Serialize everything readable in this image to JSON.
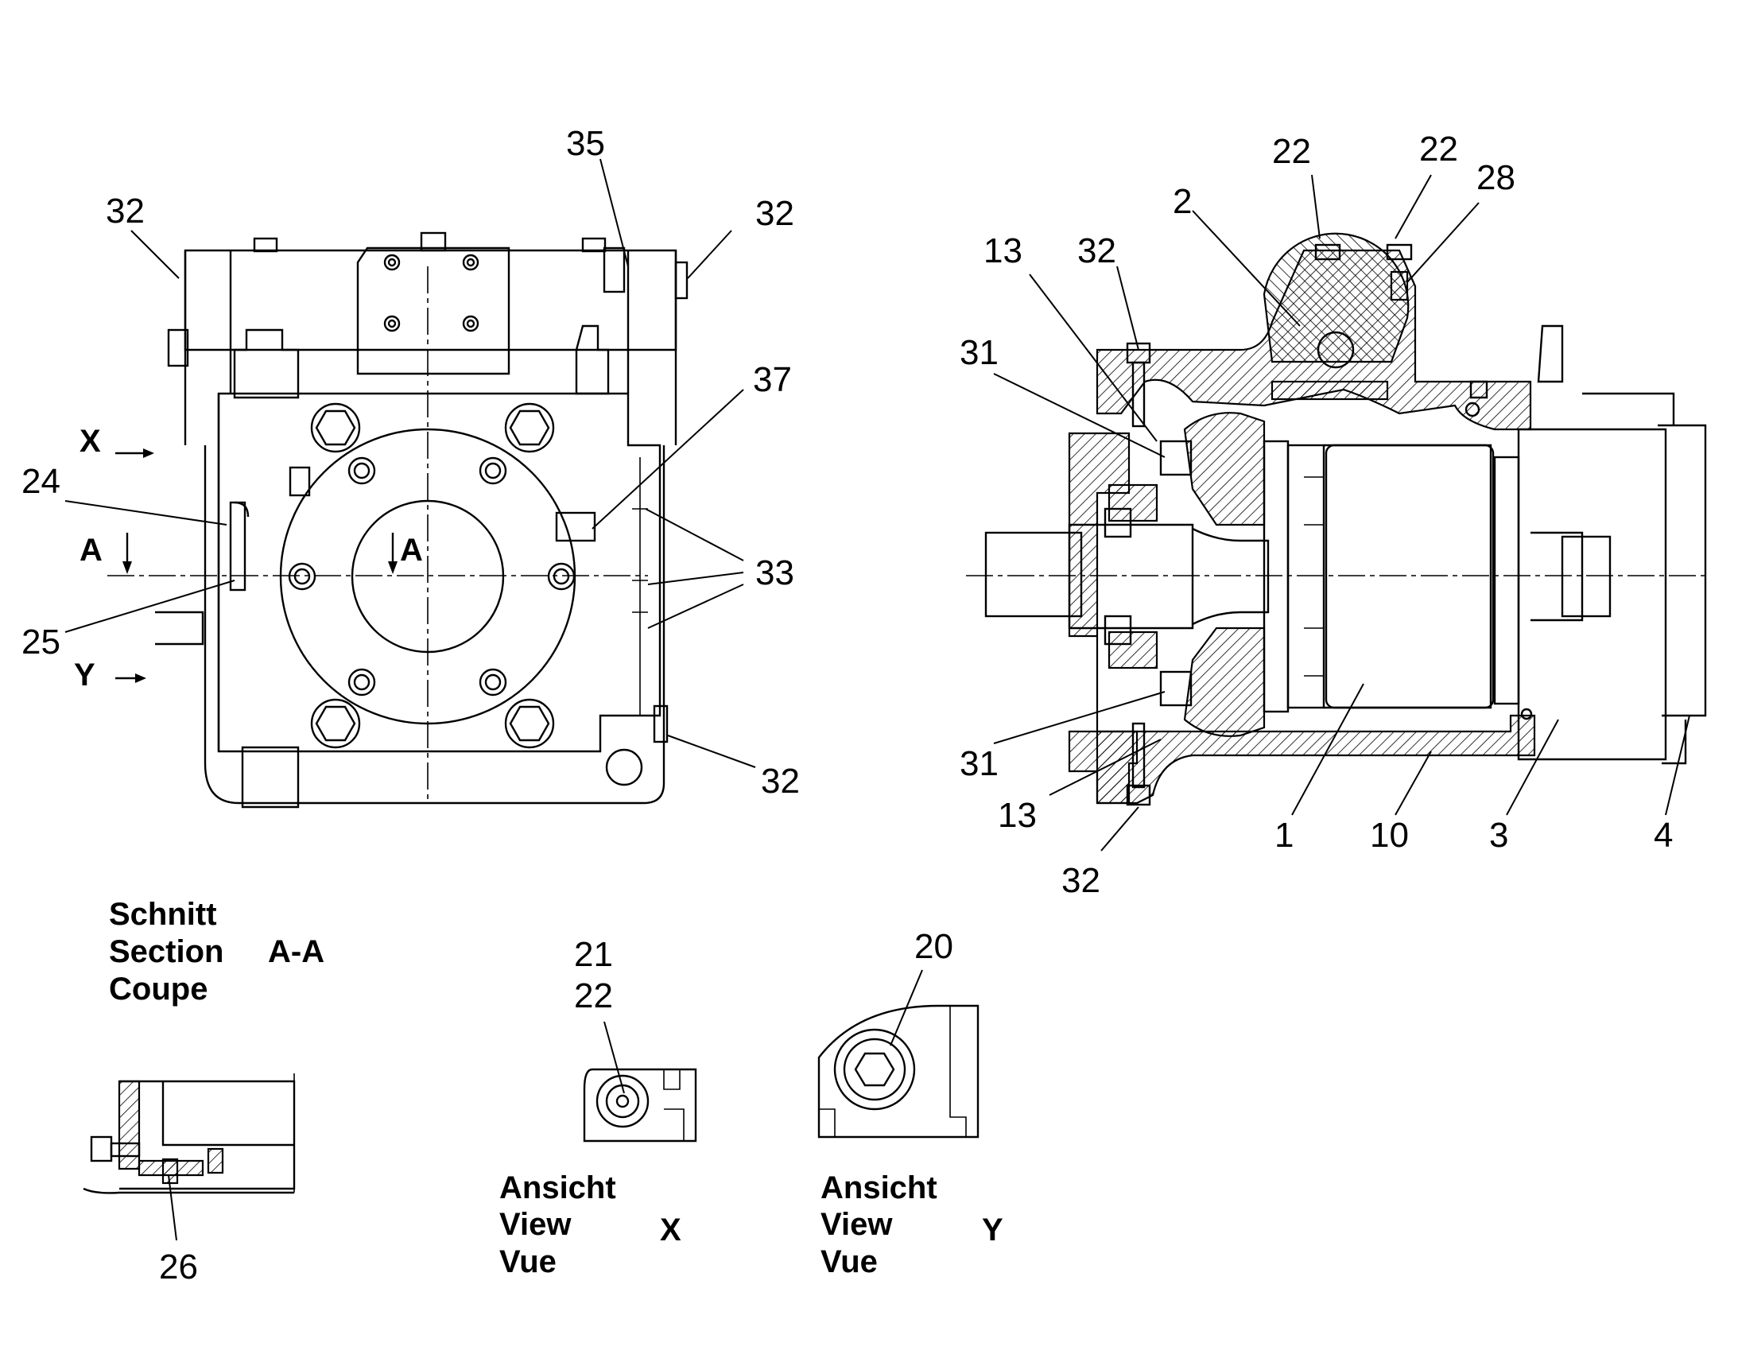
{
  "labels": {
    "l32_tl": "32",
    "l35": "35",
    "l32_tr": "32",
    "l37": "37",
    "l24": "24",
    "l33": "33",
    "l25": "25",
    "l32_br": "32",
    "l22_a": "22",
    "l22_b": "22",
    "l28": "28",
    "l2": "2",
    "l13_top": "13",
    "l32_top": "32",
    "l31_top": "31",
    "l31_bot": "31",
    "l13_bot": "13",
    "l32_bot": "32",
    "l1": "1",
    "l10": "10",
    "l3": "3",
    "l4": "4",
    "l21": "21",
    "l22_x": "22",
    "l20": "20",
    "l26": "26"
  },
  "markers": {
    "x": "X",
    "y": "Y",
    "a_left": "A",
    "a_right": "A"
  },
  "section": {
    "line1": "Schnitt",
    "line2": "Section",
    "line3": "Coupe",
    "id": "A-A"
  },
  "view_x": {
    "line1": "Ansicht",
    "line2": "View",
    "line3": "Vue",
    "letter": "X"
  },
  "view_y": {
    "line1": "Ansicht",
    "line2": "View",
    "line3": "Vue",
    "letter": "Y"
  }
}
